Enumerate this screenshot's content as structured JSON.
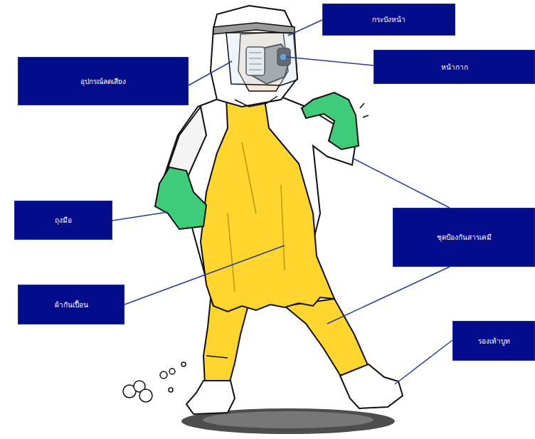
{
  "diagram": {
    "nodes": [
      {
        "text": [
          "กระบังหน้า"
        ]
      },
      {
        "text": [
          "หน้ากาก"
        ]
      },
      {
        "text": [
          "อุปกรณ์ลดเสียง"
        ]
      },
      {
        "text": [
          "ถุงมือ"
        ]
      },
      {
        "text": [
          "ชุดป้องกันสารเคมี"
        ]
      },
      {
        "text": [
          "ผ้ากันเปื้อน"
        ]
      },
      {
        "text": [
          "รองเท้าบูท"
        ]
      }
    ],
    "edges": []
  }
}
